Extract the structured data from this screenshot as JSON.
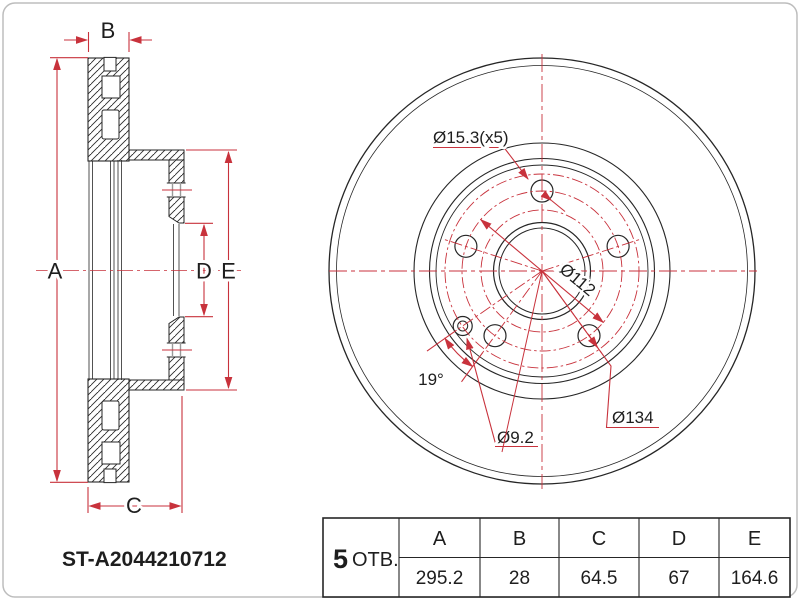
{
  "drawing": {
    "part_number": "ST-A2044210712",
    "holes_count": "5",
    "holes_word": "ОТВ.",
    "dim_labels": {
      "A": "A",
      "B": "B",
      "C": "C",
      "D": "D",
      "E": "E"
    },
    "callouts": {
      "bolt_hole_dia": "Ø15.3(x5)",
      "bolt_circle_dia": "Ø112",
      "outer_ring_dia": "Ø134",
      "screw_hole_dia": "Ø9.2",
      "screw_hole_angle": "19°"
    },
    "colors": {
      "line": "#262626",
      "dimension_red": "#c8323c",
      "border_grey": "#bdbdbd",
      "hole_edge_grey": "#9a9a9a"
    }
  },
  "table": {
    "headers": [
      "A",
      "B",
      "C",
      "D",
      "E"
    ],
    "values": [
      "295.2",
      "28",
      "64.5",
      "67",
      "164.6"
    ]
  },
  "chart_data": {
    "type": "table",
    "title": "Brake disc dimensions (mm)",
    "categories": [
      "A",
      "B",
      "C",
      "D",
      "E"
    ],
    "values": [
      295.2,
      28,
      64.5,
      67,
      164.6
    ],
    "annotations": [
      "Ø15.3(x5)",
      "Ø112",
      "Ø134",
      "Ø9.2",
      "19°",
      "5 ОТВ."
    ]
  }
}
